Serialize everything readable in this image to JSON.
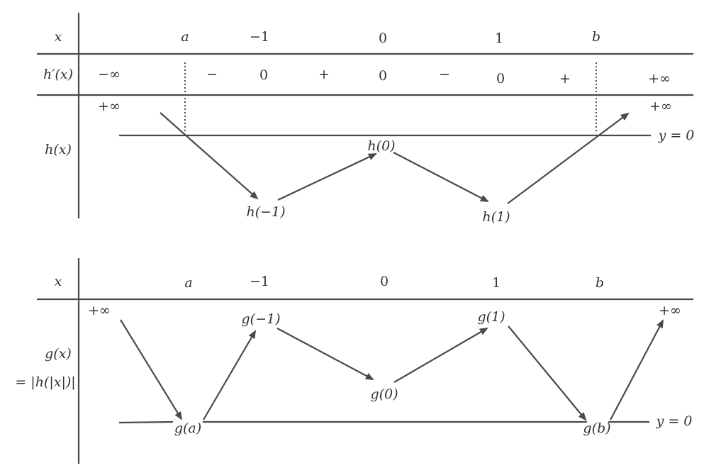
{
  "table1": {
    "x_label": "x",
    "x_values": [
      "a",
      "−1",
      "0",
      "1",
      "b"
    ],
    "deriv_label": "h′(x)",
    "deriv_row": [
      "−∞",
      "−",
      "0",
      "+",
      "0",
      "−",
      "0",
      "+",
      "+∞"
    ],
    "func_label": "h(x)",
    "top_left": "+∞",
    "top_right": "+∞",
    "h_m1": "h(−1)",
    "h_0": "h(0)",
    "h_1": "h(1)",
    "y_line": "y = 0"
  },
  "table2": {
    "x_label": "x",
    "x_values": [
      "a",
      "−1",
      "0",
      "1",
      "b"
    ],
    "func_label_1": "g(x)",
    "func_label_2": "= |h(|x|)|",
    "top_left": "+∞",
    "top_right": "+∞",
    "g_a": "g(a)",
    "g_m1": "g(−1)",
    "g_0": "g(0)",
    "g_1": "g(1)",
    "g_b": "g(b)",
    "y_line": "y = 0"
  }
}
